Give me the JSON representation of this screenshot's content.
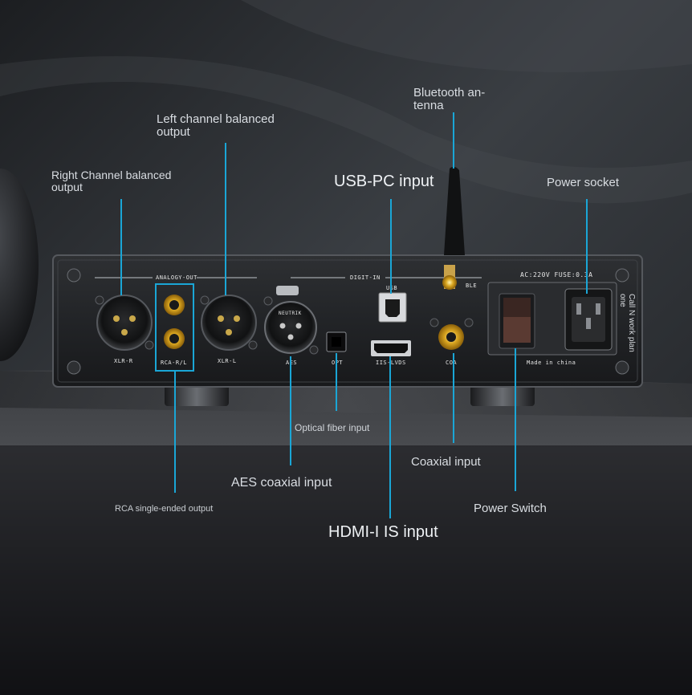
{
  "callouts": {
    "bluetooth_line1": "Bluetooth an-",
    "bluetooth_line2": "tenna",
    "left_channel_line1": "Left channel balanced",
    "left_channel_line2": "output",
    "right_channel_line1": "Right Channel balanced",
    "right_channel_line2": "output",
    "usb_pc": "USB-PC input",
    "power_socket": "Power socket",
    "optical": "Optical fiber input",
    "coaxial": "Coaxial input",
    "aes": "AES coaxial input",
    "power_switch": "Power Switch",
    "rca": "RCA single-ended output",
    "hdmi": "HDMI-I IS input"
  },
  "panel": {
    "analogy_out": "ANALOGY-OUT",
    "digit_in": "DIGIT-IN",
    "ac_spec": "AC:220V FUSE:0.3A",
    "xlr_r": "XLR-R",
    "rca_rl": "RCA-R/L",
    "xlr_l": "XLR-L",
    "aes": "AES",
    "opt": "OPT",
    "iis_lvds": "IIS-LVDS",
    "coa": "COA",
    "usb": "USB",
    "ble": "BLE",
    "made_in": "Made in china",
    "neutrik": "NEUTRIK",
    "side_note_line1": "Call N work plan",
    "side_note_line2": "one"
  },
  "colors": {
    "callout_line": "#1aa6d6",
    "rca_highlight": "#1aa6d6"
  }
}
